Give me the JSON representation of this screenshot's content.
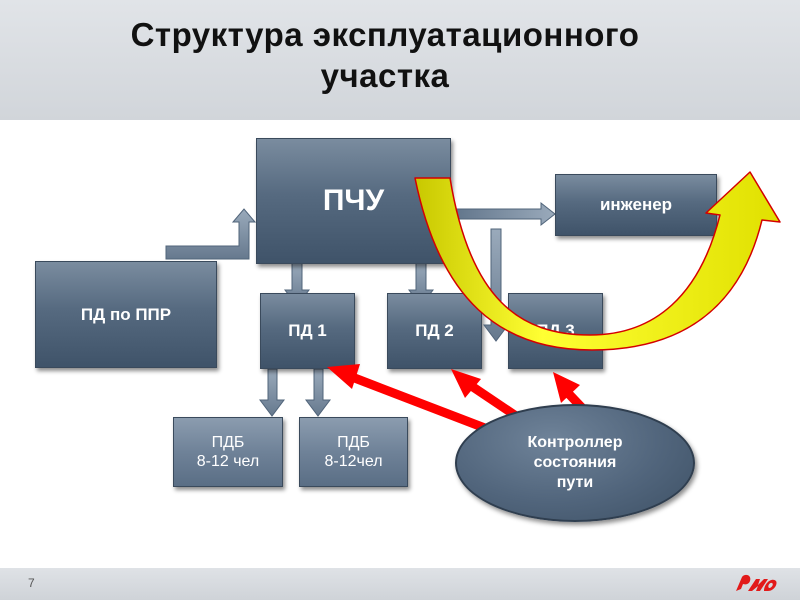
{
  "slide": {
    "title_lines": [
      "Структура эксплуатационного",
      "участка"
    ],
    "page_number": "7"
  },
  "nodes": {
    "pchu": "ПЧУ",
    "engineer": "инженер",
    "pd_ppr": "ПД по ППР",
    "pd1": "ПД 1",
    "pd2": "ПД 2",
    "pd3": "ПД 3",
    "pdb1": [
      "ПДБ",
      "8-12 чел"
    ],
    "pdb2": [
      "ПДБ",
      "8-12чел"
    ],
    "controller": [
      "Контроллер",
      "состояния",
      "пути"
    ]
  },
  "colors": {
    "box_fill": "#566a80",
    "grey_arrow": "#7d8fa3",
    "red_arrow": "#ff0000",
    "curved_arrow": "#e6e600",
    "logo_red": "#e21a1a"
  },
  "icons": {
    "logo": "rzd-logo"
  }
}
